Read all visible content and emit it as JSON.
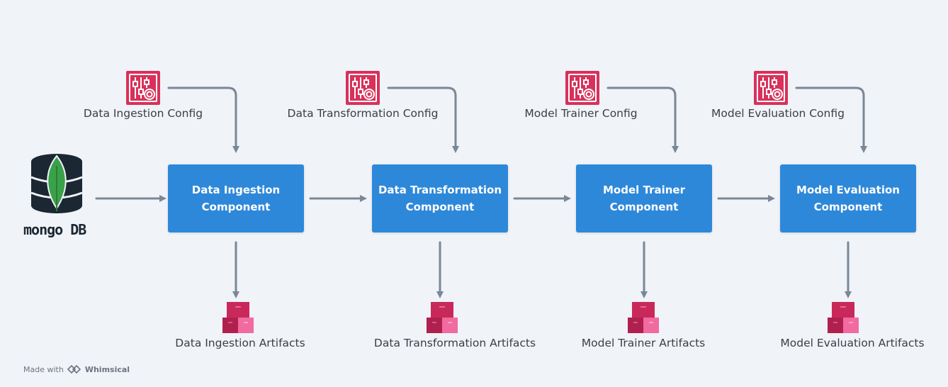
{
  "source": {
    "logo_text": "mongo DB",
    "icon": "mongodb-database-icon"
  },
  "stages": [
    {
      "config_label": "Data Ingestion Config",
      "component_label": "Data Ingestion Component",
      "artifact_label": "Data Ingestion Artifacts"
    },
    {
      "config_label": "Data Transformation Config",
      "component_label": "Data Transformation Component",
      "artifact_label": "Data Transformation Artifacts"
    },
    {
      "config_label": "Model Trainer Config",
      "component_label": "Model Trainer Component",
      "artifact_label": "Model Trainer Artifacts"
    },
    {
      "config_label": "Model Evaluation Config",
      "component_label": "Model Evaluation Component",
      "artifact_label": "Model Evaluation Artifacts"
    }
  ],
  "footer": {
    "made_with": "Made with",
    "brand": "Whimsical"
  },
  "colors": {
    "component": "#2e88d9",
    "config_icon": "#d8315b",
    "artifact_icon": "#d8315b",
    "arrow": "#7a8797",
    "background": "#f0f3f7"
  }
}
